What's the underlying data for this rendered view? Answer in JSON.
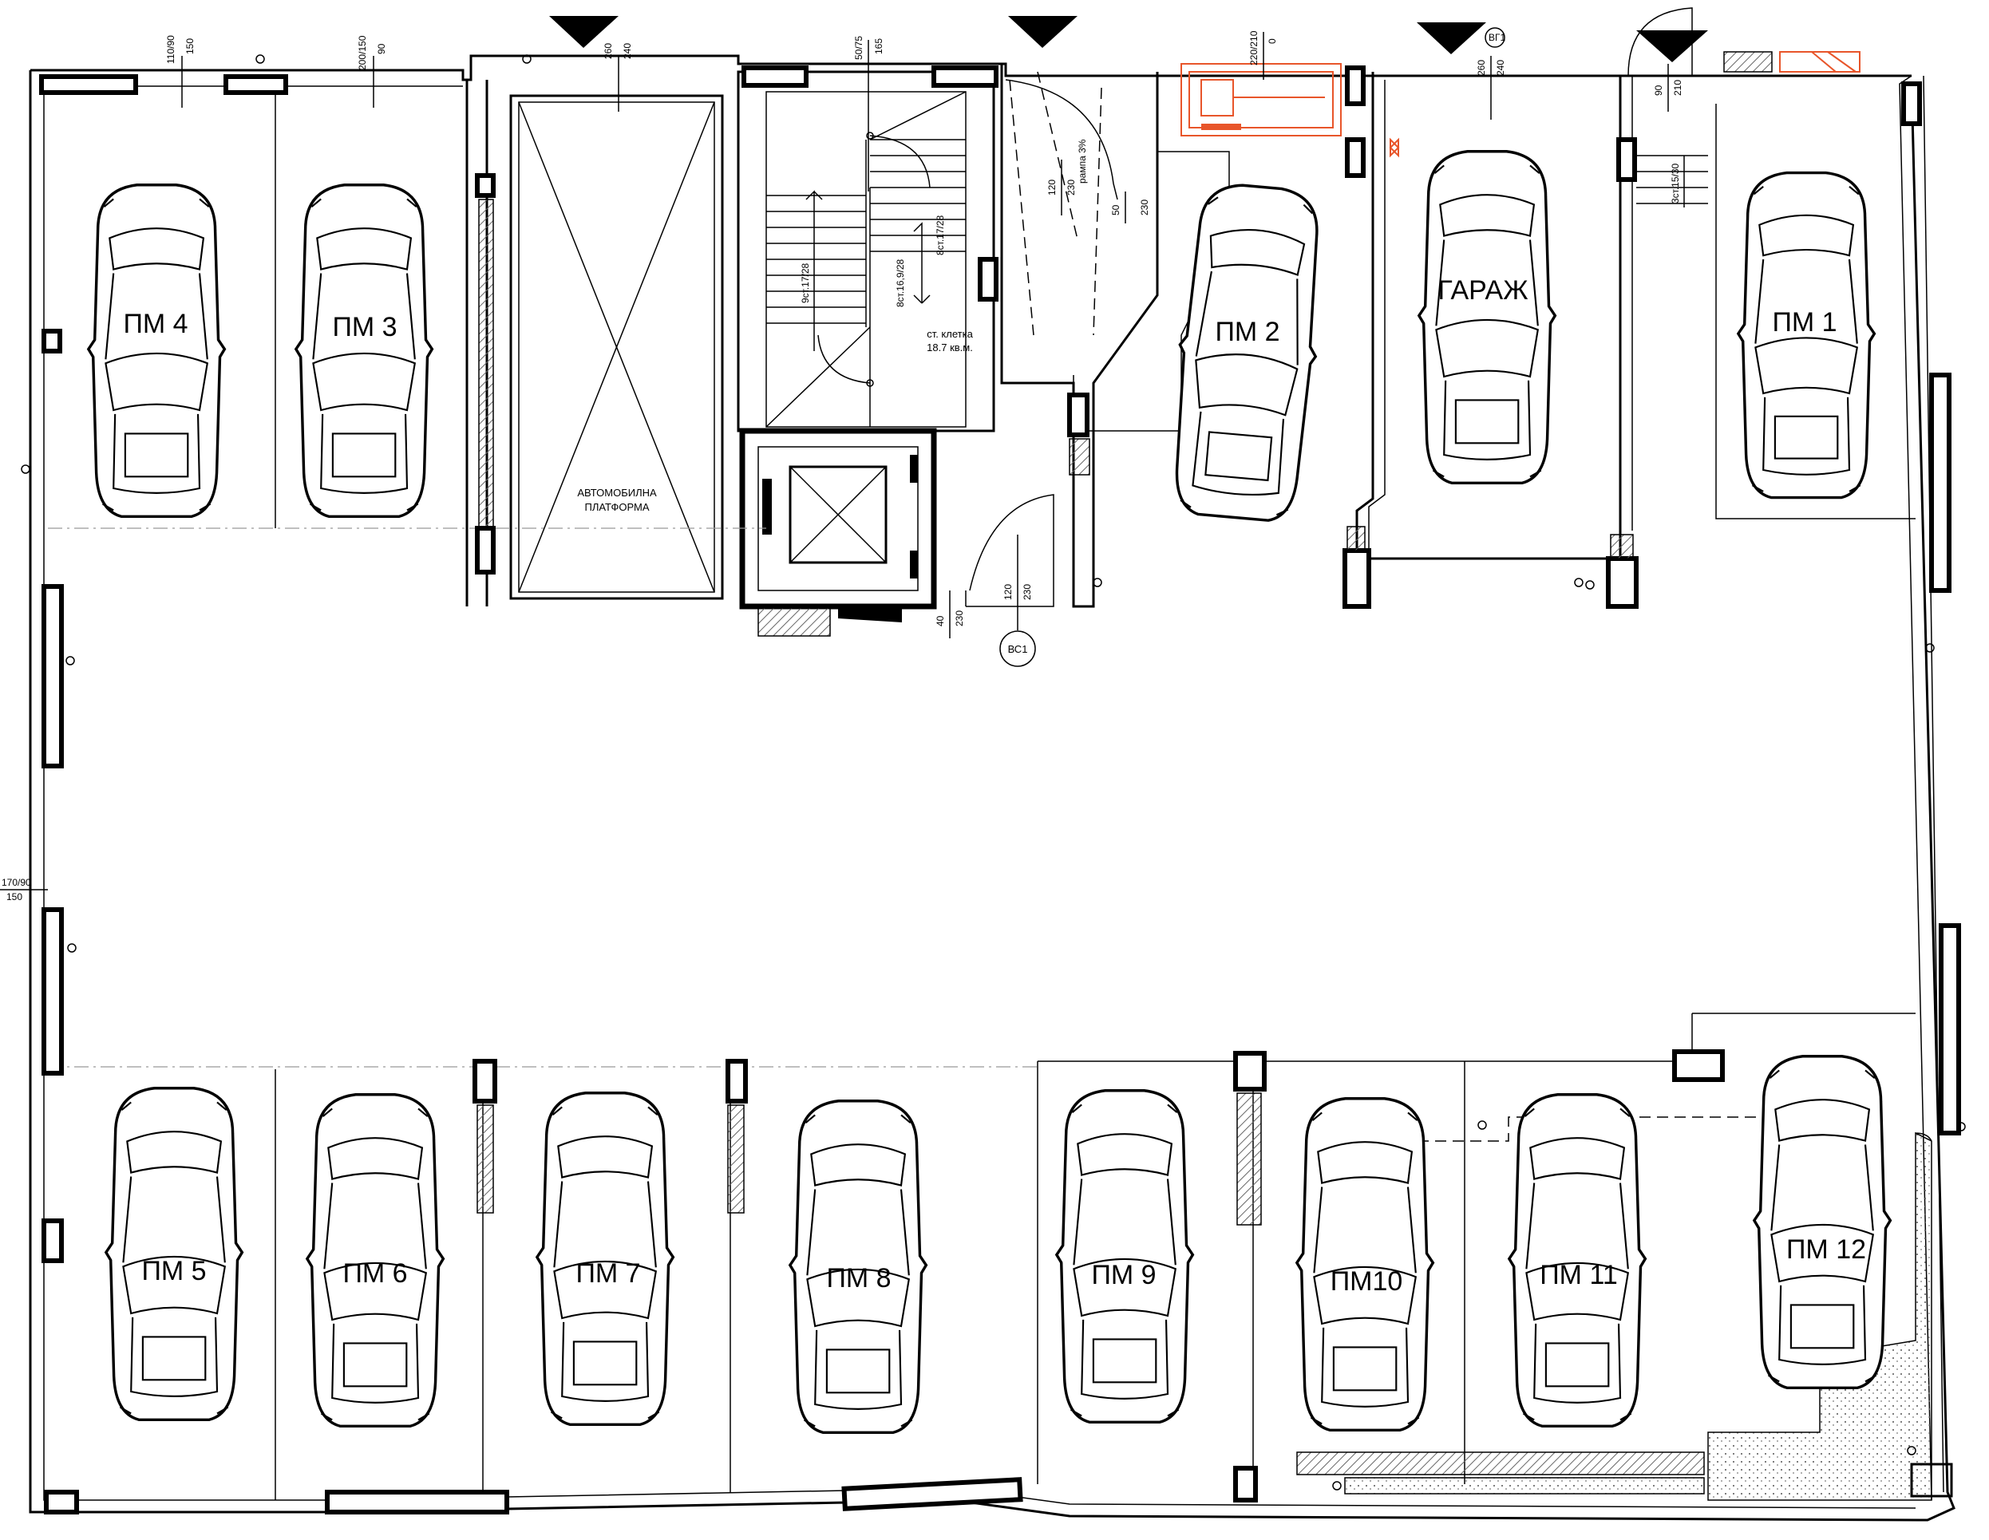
{
  "drawing": {
    "parking": [
      {
        "id": "pm4",
        "label": "ПМ 4"
      },
      {
        "id": "pm3",
        "label": "ПМ 3"
      },
      {
        "id": "pm2",
        "label": "ПМ 2"
      },
      {
        "id": "garage",
        "label": "ГАРАЖ"
      },
      {
        "id": "pm1",
        "label": "ПМ 1"
      },
      {
        "id": "pm5",
        "label": "ПМ 5"
      },
      {
        "id": "pm6",
        "label": "ПМ 6"
      },
      {
        "id": "pm7",
        "label": "ПМ 7"
      },
      {
        "id": "pm8",
        "label": "ПМ 8"
      },
      {
        "id": "pm9",
        "label": "ПМ 9"
      },
      {
        "id": "pm10",
        "label": "ПМ10"
      },
      {
        "id": "pm11",
        "label": "ПМ 11"
      },
      {
        "id": "pm12",
        "label": "ПМ 12"
      }
    ],
    "platform_label_1": "АВТОМОБИЛНА",
    "platform_label_2": "ПЛАТФОРМА",
    "stair_label_1": "ст. клетка",
    "stair_label_2": "18.7 кв.м.",
    "ramp_label": "рампа 3%",
    "stair_steps_1": "9ст.17/28",
    "stair_steps_2": "8ст.16,9/28",
    "stair_steps_3": "8ст.17/28",
    "stair_steps_4": "3ст.15/30",
    "tag_bc1": "ВС1",
    "tag_bg1": "ВГ1",
    "dims": {
      "d1a": "110/90",
      "d1b": "150",
      "d2a": "200/150",
      "d2b": "90",
      "d3a": "260",
      "d3b": "240",
      "d4a": "50/75",
      "d4b": "165",
      "d5a": "220/210",
      "d5b": "0",
      "d6a": "260",
      "d6b": "240",
      "d7a": "90",
      "d7b": "210",
      "d8a": "120",
      "d8b": "230",
      "d9a": "50",
      "d9b": "230",
      "d10a": "120",
      "d10b": "230",
      "d11a": "40",
      "d11b": "230",
      "d12a": "170/90",
      "d12b": "150"
    }
  }
}
